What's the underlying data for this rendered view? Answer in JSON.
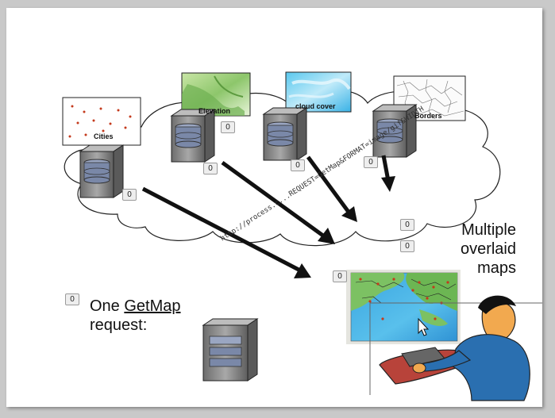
{
  "maps": {
    "cities": "Cities",
    "elevation": "Elevation",
    "cloud": "cloud cover",
    "borders": "Borders"
  },
  "badge": "0",
  "text": {
    "multiple_line1": "Multiple",
    "multiple_line2": "overlaid",
    "multiple_line3": "maps",
    "one": "One ",
    "getmap": "GetMap",
    "request": "request:"
  },
  "url_text": "http://process.c...REQUEST=GetMap&FORMAT=image/gif&WIDTH",
  "colors": {
    "server_gray": "#8a8a8a",
    "disk_blue": "#7a88a8",
    "arrow": "#111111",
    "person_shirt": "#2a6fb0"
  }
}
